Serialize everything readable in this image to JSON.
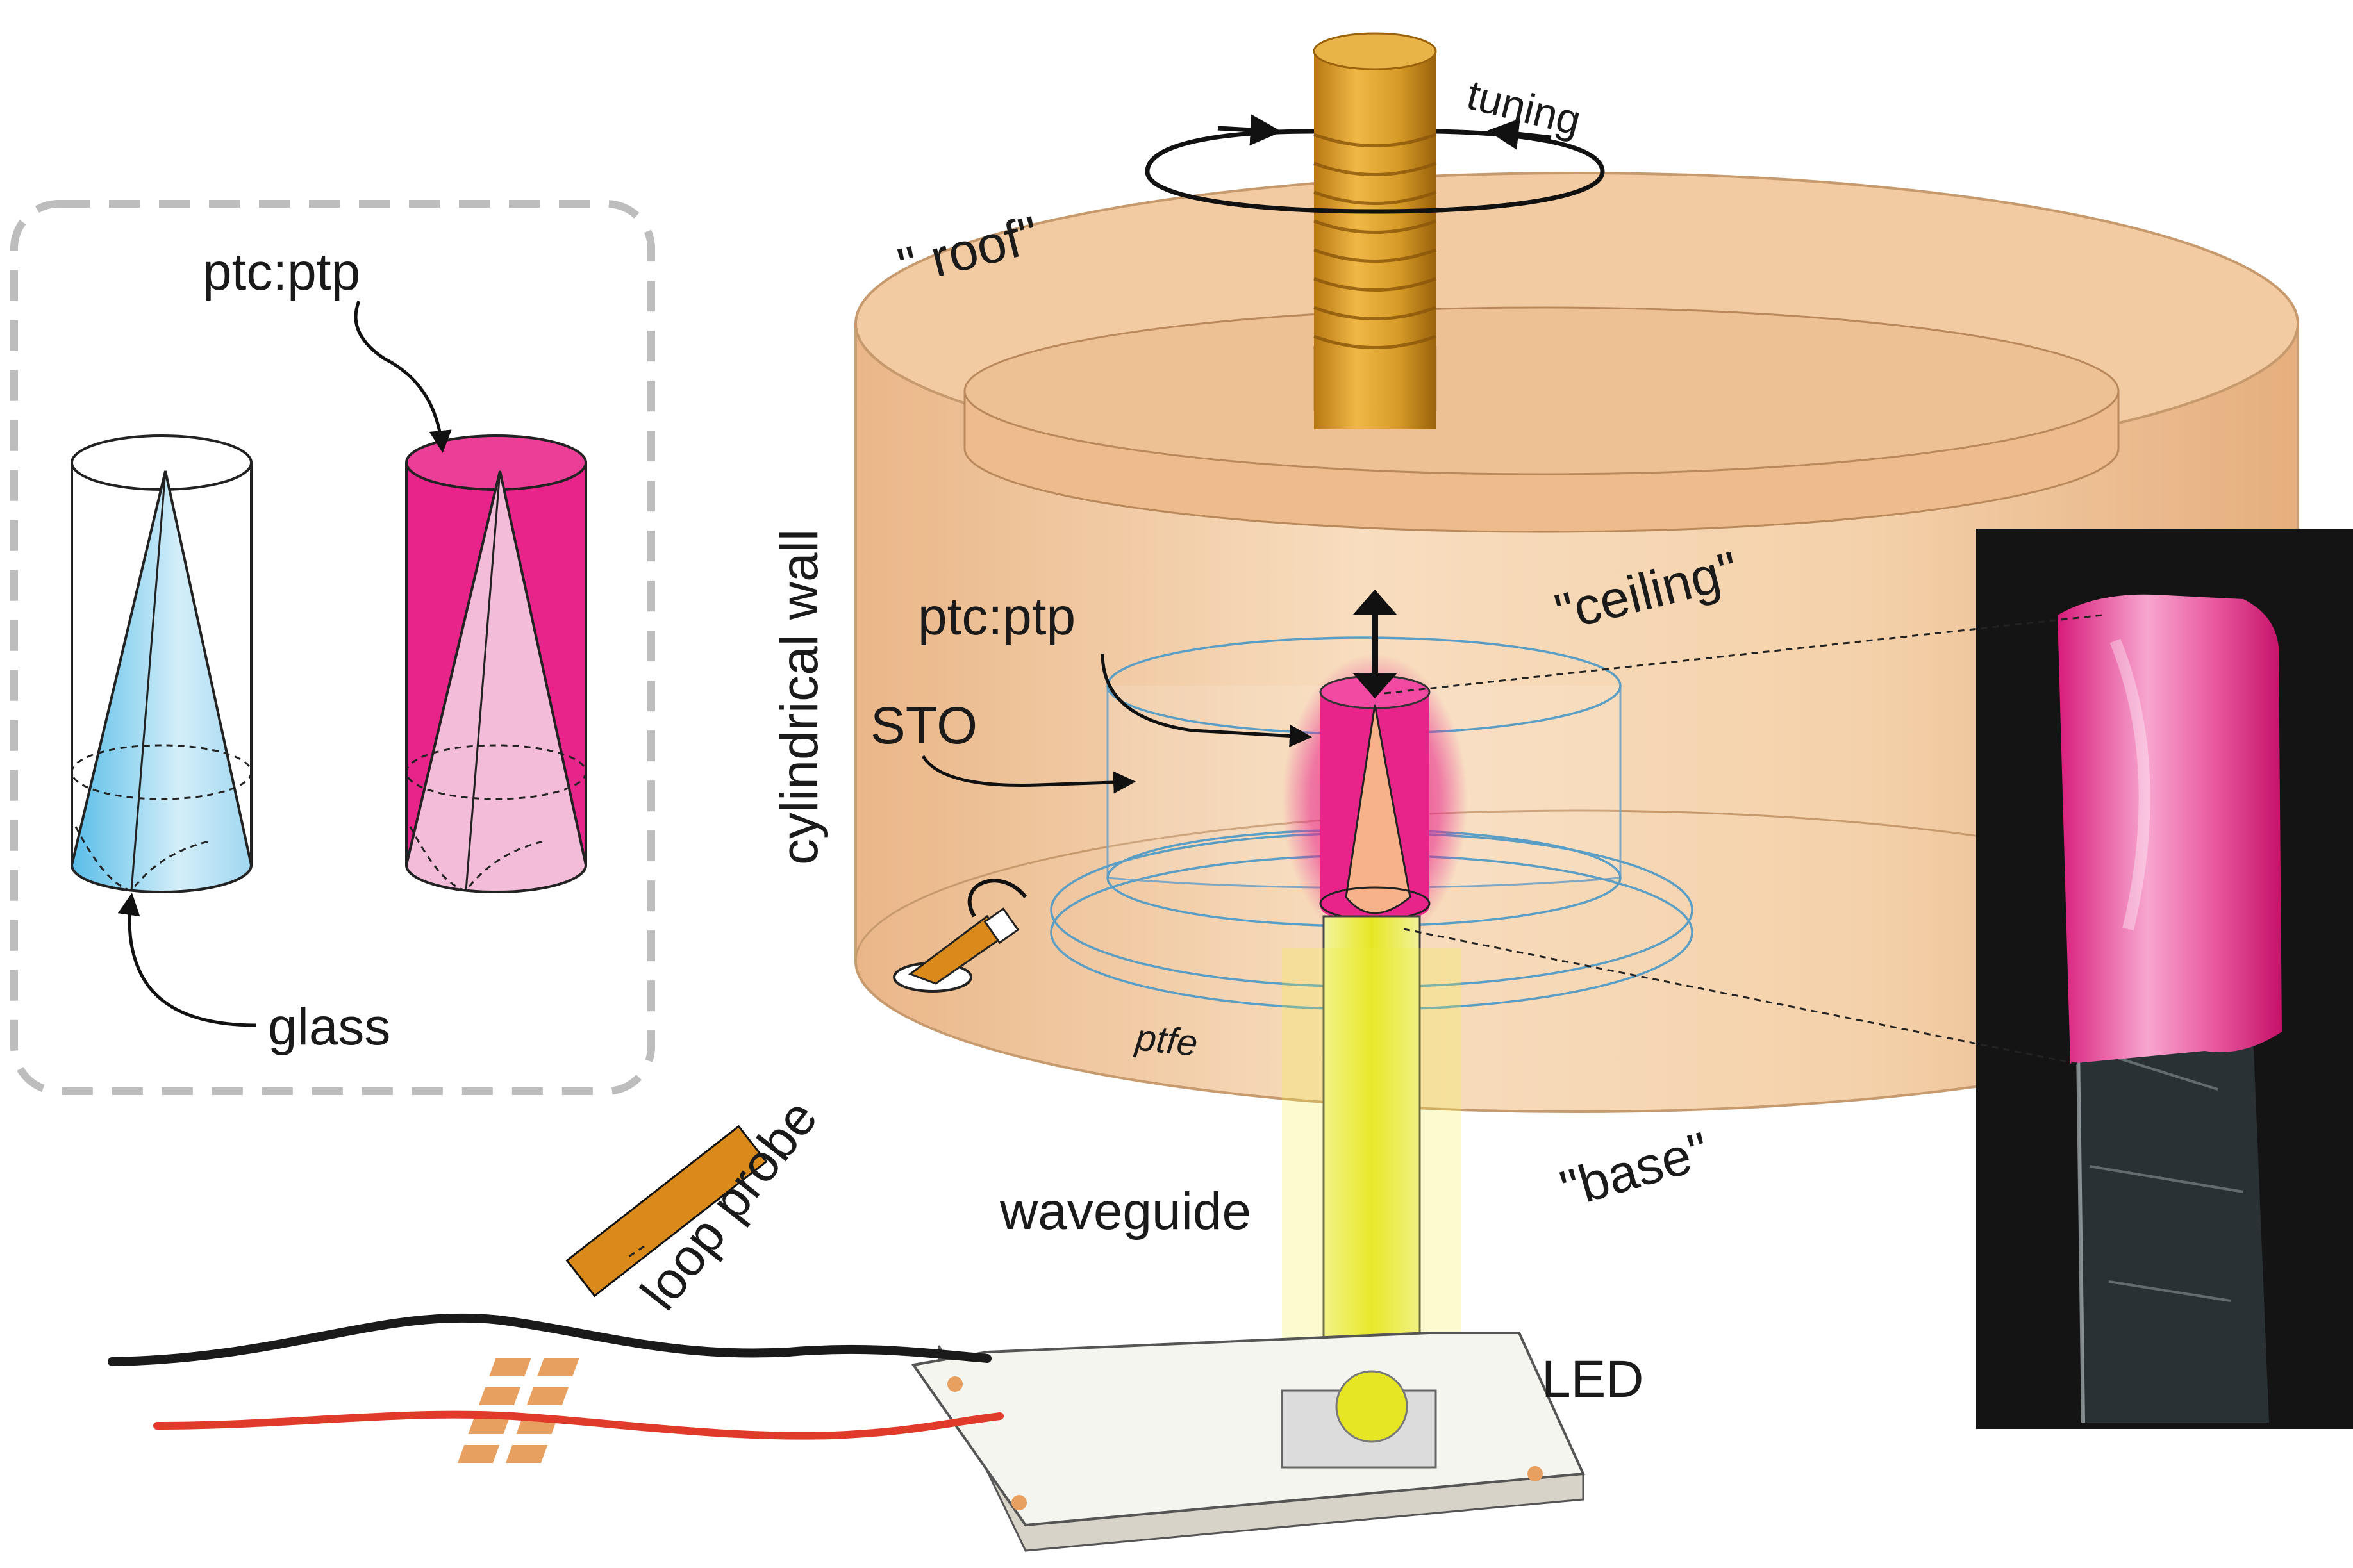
{
  "labels": {
    "tuning": "tuning",
    "roof": "\" roof\"",
    "ceiling": "\"ceiling\"",
    "cylindrical_wall": "cylindrical wall",
    "ptc_ptp_inset": "ptc:ptp",
    "ptc_ptp_main": "ptc:ptp",
    "sto": "STO",
    "glass": "glass",
    "ptfe": "ptfe",
    "base": "\"base\"",
    "loop_probe": "loop probe",
    "waveguide": "waveguide",
    "led": "LED"
  },
  "colors": {
    "cavity_fill": "#f3c89c",
    "crystal_pink": "#e8238a",
    "glass_blue": "#8fd0ef",
    "waveguide_yellow": "#e8e83a",
    "screw_gold": "#d9961e",
    "led_board": "#f5f5f0",
    "led_pad": "#e8a060",
    "wire_black": "#1a1a1a",
    "wire_red": "#e03a2a",
    "probe_orange": "#d98a1a",
    "photo_background": "#141414"
  }
}
